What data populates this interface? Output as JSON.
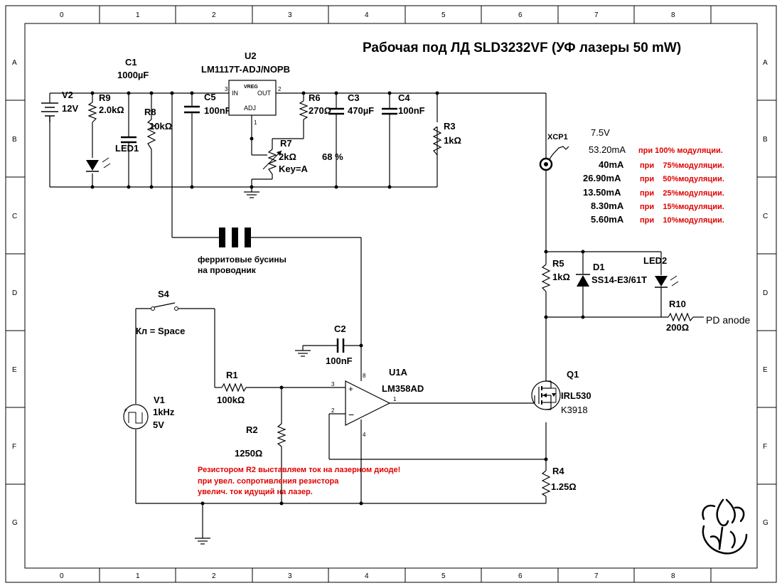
{
  "title": "Рабочая под ЛД SLD3232VF (УФ лазеры 50 mW)",
  "border": {
    "cols": [
      "0",
      "1",
      "2",
      "3",
      "4",
      "5",
      "6",
      "7",
      "8"
    ],
    "rows": [
      "A",
      "B",
      "C",
      "D",
      "E",
      "F",
      "G"
    ]
  },
  "components": {
    "c1": {
      "ref": "C1",
      "value": "1000µF"
    },
    "u2": {
      "ref": "U2",
      "value": "LM1117T-ADJ/NOPB",
      "vreg": "VREG",
      "in": "IN",
      "out": "OUT",
      "adj": "ADJ",
      "p1": "1",
      "p2": "2",
      "p3": "3"
    },
    "v2": {
      "ref": "V2",
      "value": "12V"
    },
    "r9": {
      "ref": "R9",
      "value": "2.0kΩ"
    },
    "r8": {
      "ref": "R8",
      "value": "10kΩ"
    },
    "c5": {
      "ref": "C5",
      "value": "100nF"
    },
    "r6": {
      "ref": "R6",
      "value": "270Ω"
    },
    "c3": {
      "ref": "C3",
      "value": "470µF"
    },
    "c4": {
      "ref": "C4",
      "value": "100nF"
    },
    "r3": {
      "ref": "R3",
      "value": "1kΩ"
    },
    "led1": {
      "ref": "LED1"
    },
    "r7": {
      "ref": "R7",
      "value": "2kΩ",
      "key": "Key=A",
      "percent": "68 %"
    },
    "xcp1": {
      "ref": "XCP1",
      "voltage": "7.5V"
    },
    "ferrite": {
      "line1": "ферритовые бусины",
      "line2": "на проводник"
    },
    "s4": {
      "ref": "S4",
      "key": "Кл = Space"
    },
    "c2": {
      "ref": "C2",
      "value": "100nF"
    },
    "u1a": {
      "ref": "U1A",
      "value": "LM358AD",
      "p1": "1",
      "p2": "2",
      "p3": "3",
      "p4": "4",
      "p8": "8"
    },
    "r1": {
      "ref": "R1",
      "value": "100kΩ"
    },
    "v1": {
      "ref": "V1",
      "freq": "1kHz",
      "amp": "5V"
    },
    "r2": {
      "ref": "R2",
      "value": "1250Ω"
    },
    "r5": {
      "ref": "R5",
      "value": "1kΩ"
    },
    "d1": {
      "ref": "D1",
      "value": "SS14-E3/61T"
    },
    "led2": {
      "ref": "LED2"
    },
    "r10": {
      "ref": "R10",
      "value": "200Ω",
      "net": "PD anode"
    },
    "q1": {
      "ref": "Q1",
      "value": "IRL530",
      "alt": "K3918"
    },
    "r4": {
      "ref": "R4",
      "value": "1.25Ω"
    }
  },
  "measurements": [
    {
      "current": "53.20mA",
      "text": "при 100% модуляции."
    },
    {
      "current": "40mA",
      "text": "при    75%модуляции."
    },
    {
      "current": "26.90mA",
      "text": "при    50%модуляции."
    },
    {
      "current": "13.50mA",
      "text": "при    25%модуляции."
    },
    {
      "current": "8.30mA",
      "text": "при    15%модуляции."
    },
    {
      "current": "5.60mA",
      "text": "при    10%модуляции."
    }
  ],
  "note": [
    "Резистором R2 выставляем ток на лазерном диоде!",
    "при увел. сопротивления резистора",
    "увелич. ток идущий на лазер."
  ]
}
